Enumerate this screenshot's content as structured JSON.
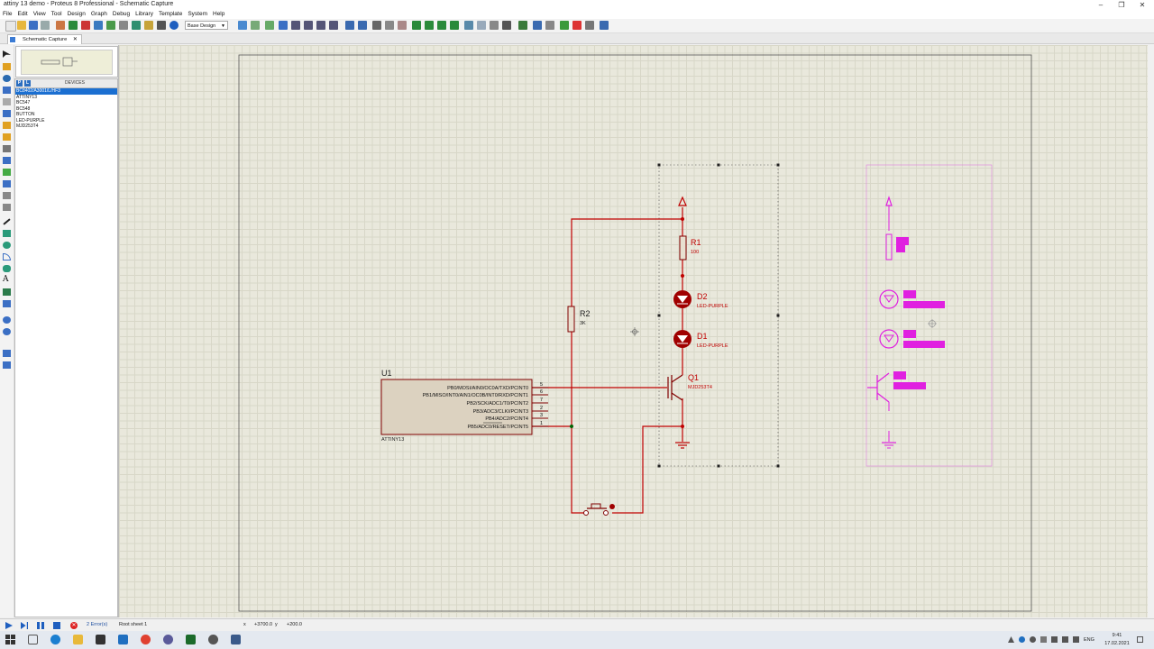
{
  "window": {
    "title": "attiny 13 demo - Proteus 8 Professional - Schematic Capture",
    "controls": [
      "–",
      "❐",
      "✕"
    ]
  },
  "menu": [
    "File",
    "Edit",
    "View",
    "Tool",
    "Design",
    "Graph",
    "Debug",
    "Library",
    "Template",
    "System",
    "Help"
  ],
  "toolbar": {
    "design_select": "Base Design"
  },
  "tab": {
    "label": "Schematic Capture",
    "close": "✕"
  },
  "devices": {
    "buttons": [
      "P",
      "L"
    ],
    "header": "DEVICES",
    "items": [
      "BC8402/A3001/L/HF3",
      "ATTINY13",
      "BC547",
      "BC548",
      "BUTTON",
      "LED-PURPLE",
      "MJD253T4"
    ],
    "selected_index": 0
  },
  "schematic": {
    "u1": {
      "ref": "U1",
      "part": "ATTINY13",
      "pins": [
        {
          "name": "PB0/MOSI/AIN0/OC0A/TXD/PCINT0",
          "num": "5"
        },
        {
          "name": "PB1/MISO/INT0/AIN1/OC0B/INT0/RXD/PCINT1",
          "num": "6"
        },
        {
          "name": "PB2/SCK/ADC1/T0/PCINT2",
          "num": "7"
        },
        {
          "name": "PB3/ADC3/CLKI/PCINT3",
          "num": "2"
        },
        {
          "name": "PB4/ADC2/PCINT4",
          "num": "3"
        },
        {
          "name": "PB5/ADC0/RESET/PCINT5",
          "num": "1"
        }
      ]
    },
    "r1": {
      "ref": "R1",
      "value": "100"
    },
    "r2": {
      "ref": "R2",
      "value": "3K"
    },
    "d2": {
      "ref": "D2",
      "value": "LED-PURPLE"
    },
    "d1": {
      "ref": "D1",
      "value": "LED-PURPLE"
    },
    "q1": {
      "ref": "Q1",
      "value": "MJD253T4"
    },
    "colors": {
      "wire": "#c00000",
      "part": "#800000",
      "ghost": "#e020e0",
      "junction": "#006000"
    }
  },
  "statusbar": {
    "errors": "2 Error(s)",
    "sheet": "Root sheet 1",
    "x_label": "x",
    "x_value": "+3700.0",
    "y_label": "y",
    "y_value": "+200.0"
  },
  "taskbar": {
    "lang": "ENG",
    "time": "9:41",
    "date": "17.02.2021"
  }
}
